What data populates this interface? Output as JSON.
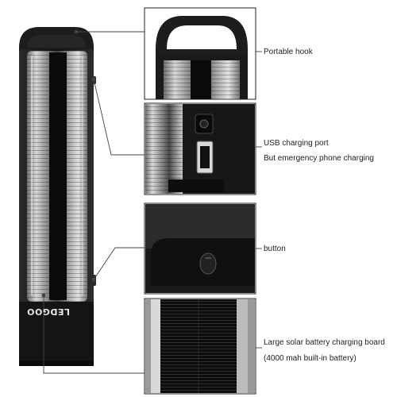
{
  "product": {
    "brand": "LEDGOO"
  },
  "callouts": [
    {
      "id": "hook",
      "lines": [
        "Portable hook"
      ]
    },
    {
      "id": "usb",
      "lines": [
        "USB charging port",
        "But emergency phone charging"
      ]
    },
    {
      "id": "button",
      "lines": [
        "button"
      ]
    },
    {
      "id": "solar",
      "lines": [
        "Large solar battery charging board",
        "(4000 mah built-in battery)"
      ]
    }
  ],
  "colors": {
    "body": "#1a1a1a",
    "panel": "#0c0c0c",
    "connector": "#444444",
    "frame": "#222222",
    "background": "#ffffff"
  }
}
